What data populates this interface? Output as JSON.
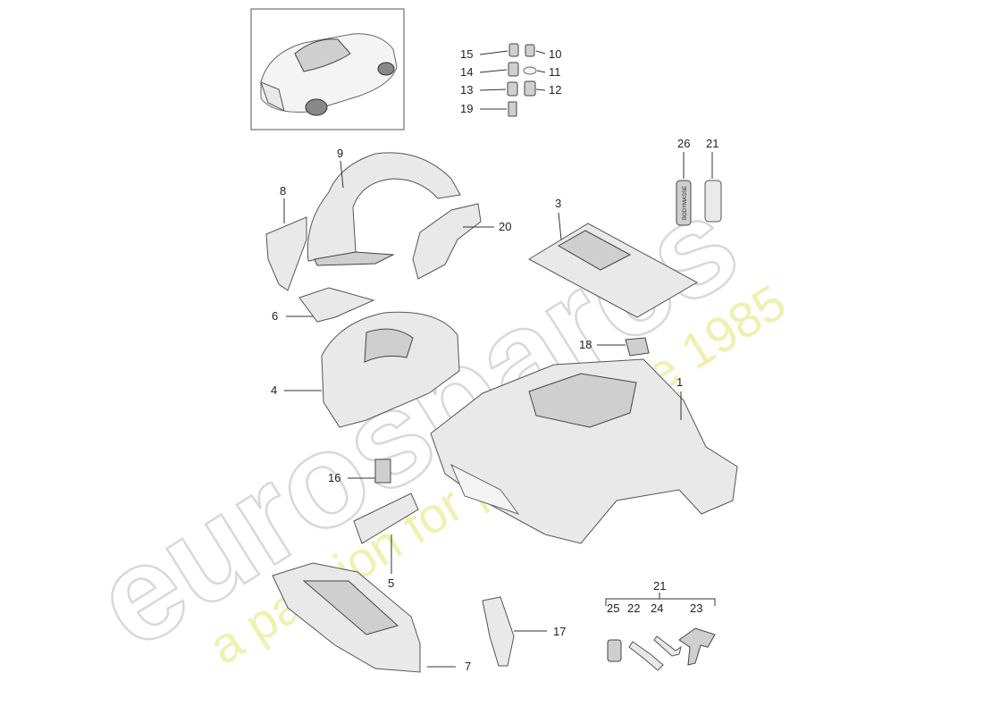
{
  "watermark": {
    "brand": "eurospares",
    "tagline": "a passion for parts since 1985"
  },
  "labels": {
    "p1": "1",
    "p3": "3",
    "p4": "4",
    "p5": "5",
    "p6": "6",
    "p7": "7",
    "p8": "8",
    "p9": "9",
    "p10": "10",
    "p11": "11",
    "p12": "12",
    "p13": "13",
    "p14": "14",
    "p15": "15",
    "p16": "16",
    "p17": "17",
    "p18": "18",
    "p19": "19",
    "p20": "20",
    "p21_top": "21",
    "p21_kit": "21",
    "p22": "22",
    "p23": "23",
    "p24": "24",
    "p25": "25",
    "p26": "26"
  },
  "product_text": {
    "tube_print": "BODYMASSE"
  },
  "colors": {
    "line": "#333333",
    "part_fill": "#e9e9e9",
    "watermark_grey": "#d8d8d8",
    "watermark_yellow": "#ecec9a"
  }
}
